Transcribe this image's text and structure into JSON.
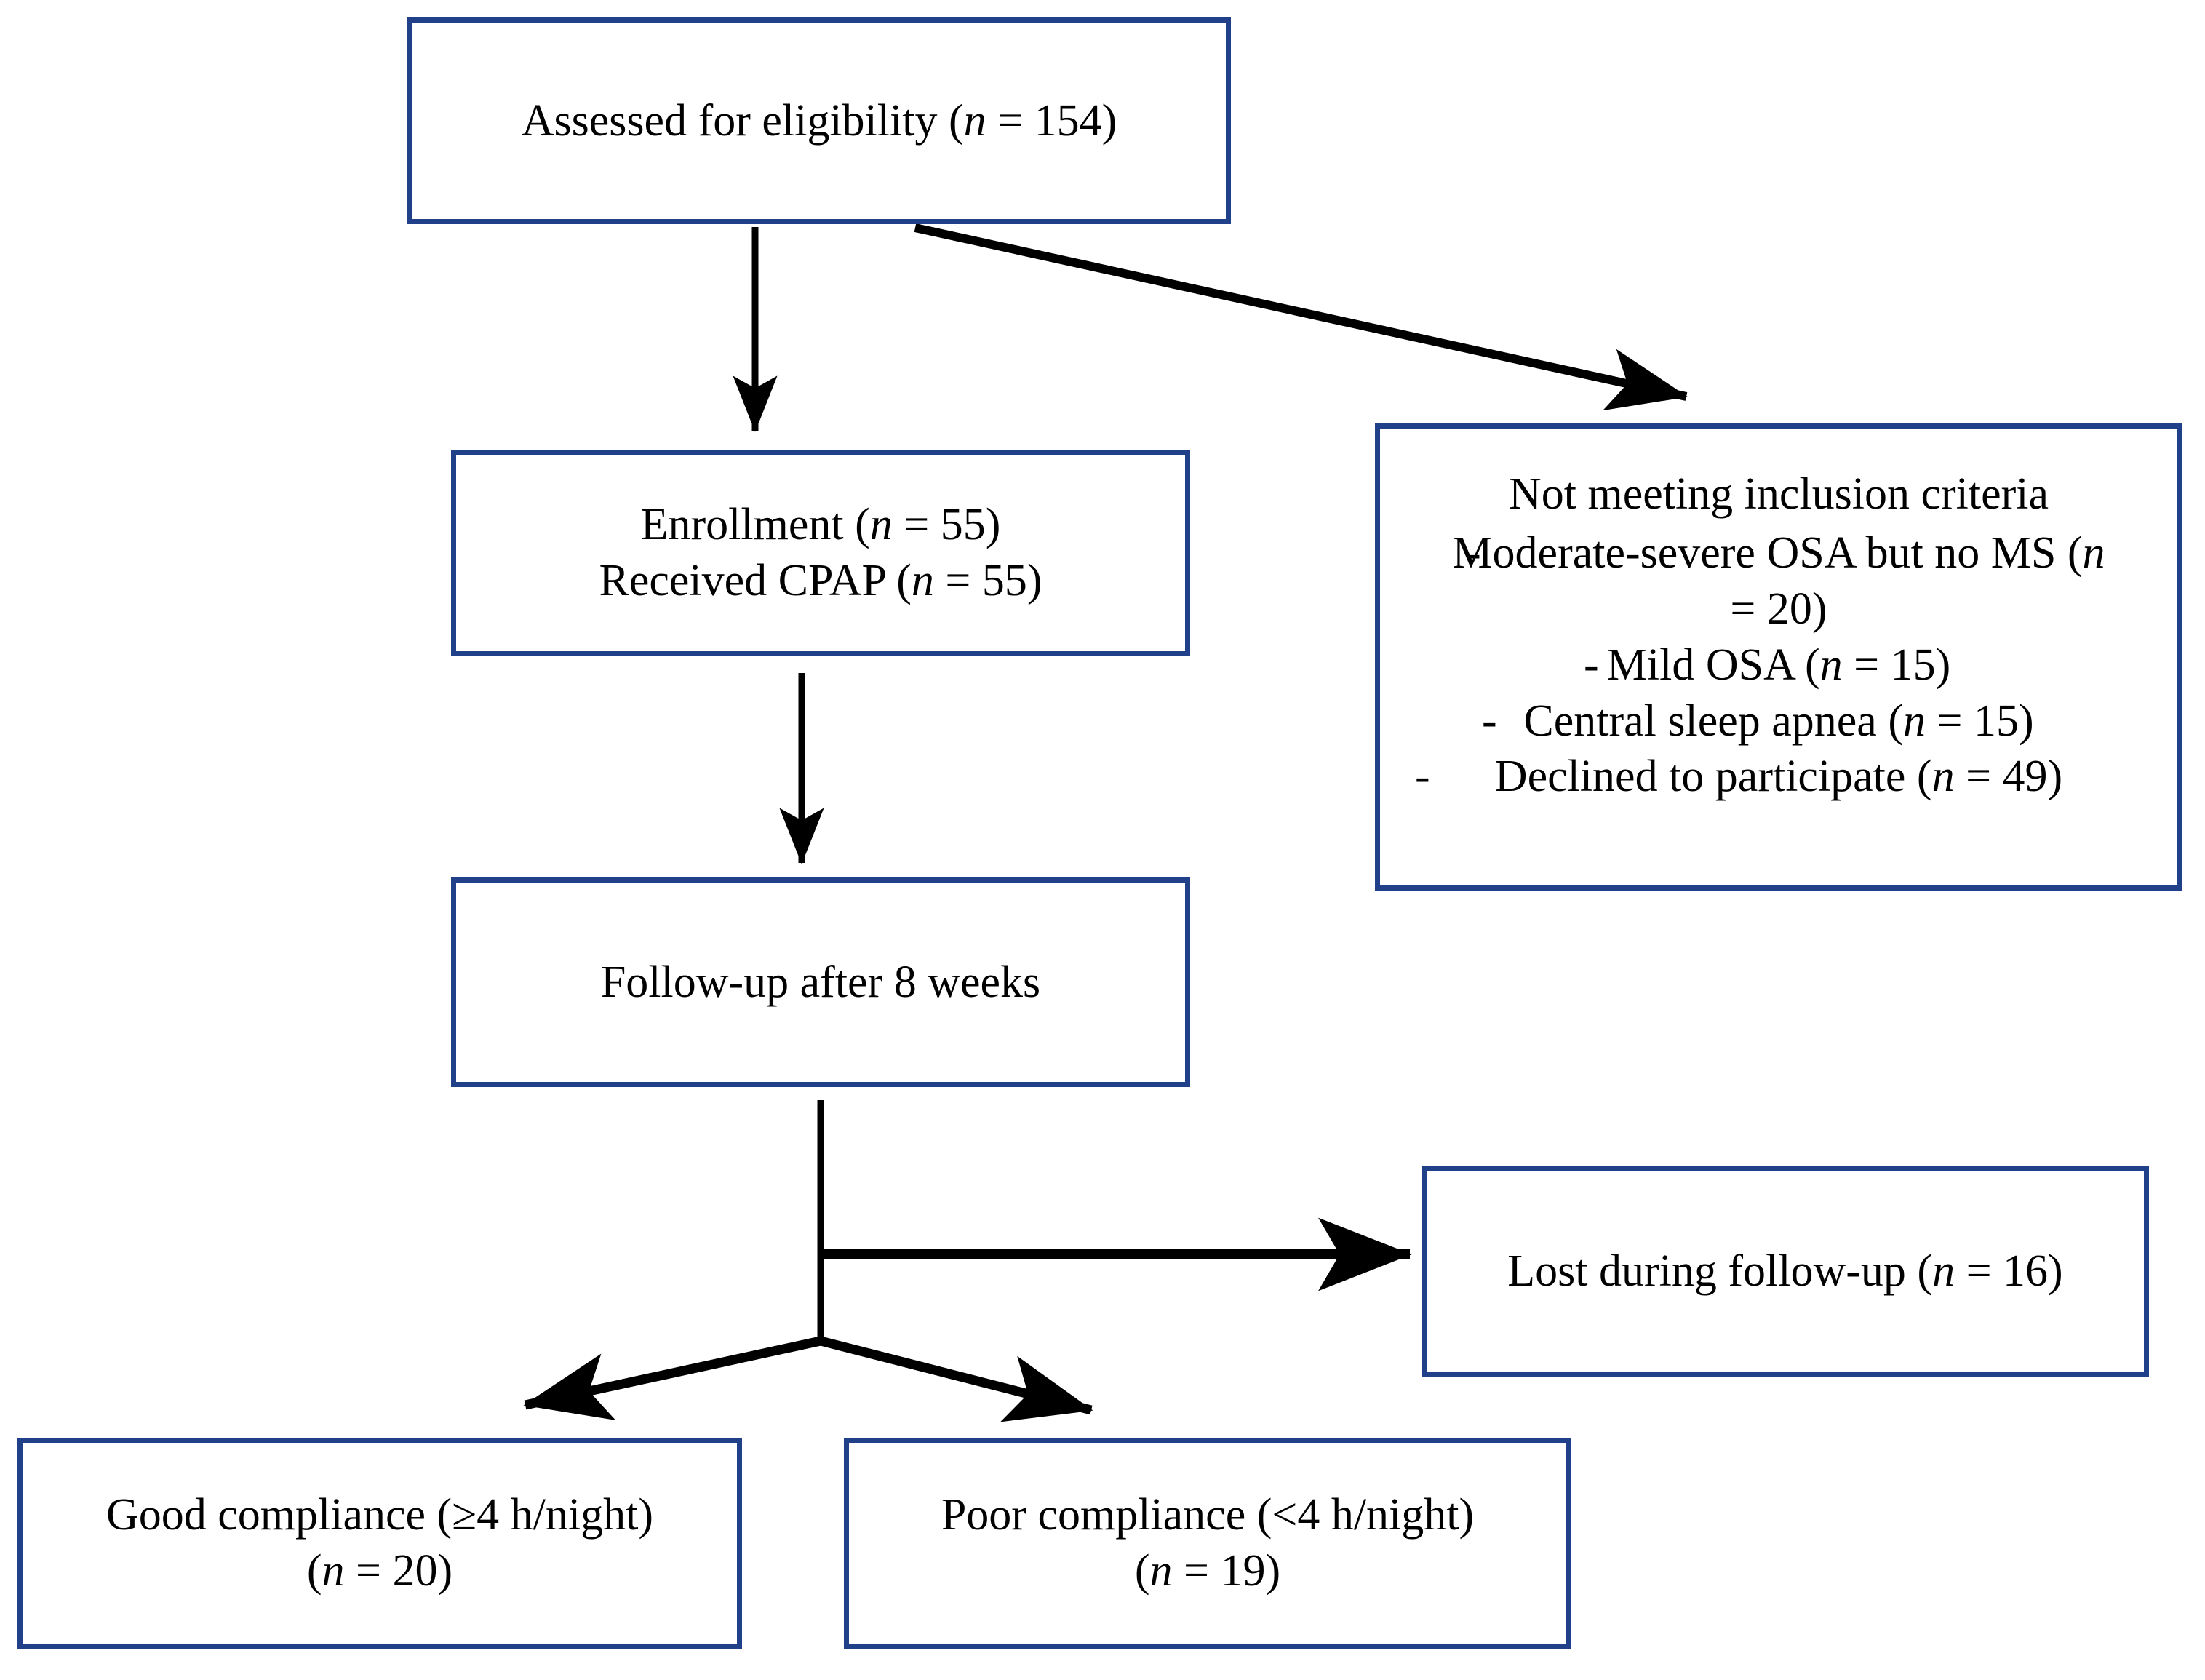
{
  "diagram": {
    "title": "CONSORT participant flow diagram",
    "border_color": "#20408a",
    "line_color": "#000000",
    "background": "#ffffff"
  },
  "nodes": {
    "assessed": {
      "name": "assessed-for-eligibility-box",
      "lines": [
        "Assessed for eligibility (n = 154)"
      ],
      "count": 154
    },
    "enrollment": {
      "name": "enrollment-box",
      "lines": [
        "Enrollment (n = 55)",
        "Received CPAP (n = 55)"
      ],
      "enrolled": 55,
      "received_cpap": 55
    },
    "excluded": {
      "name": "not-meeting-inclusion-criteria-box",
      "heading": "Not meeting inclusion criteria",
      "bullet_marker": "-",
      "bullets": [
        {
          "text": "Moderate-severe OSA but no MS (n = 20)",
          "count": 20
        },
        {
          "text": "Mild OSA (n = 15)",
          "count": 15
        },
        {
          "text": "Central sleep apnea (n = 15)",
          "count": 15
        },
        {
          "text": "Declined to participate (n = 49)",
          "count": 49
        }
      ]
    },
    "followup": {
      "name": "follow-up-box",
      "lines": [
        "Follow-up after 8 weeks"
      ],
      "weeks": 8
    },
    "lost": {
      "name": "lost-during-follow-up-box",
      "lines": [
        "Lost during follow-up (n = 16)"
      ],
      "count": 16
    },
    "good": {
      "name": "good-compliance-box",
      "lines": [
        "Good compliance (≥4 h/night)",
        "(n = 20)"
      ],
      "count": 20,
      "threshold": "≥4 h/night"
    },
    "poor": {
      "name": "poor-compliance-box",
      "lines": [
        "Poor compliance (<4 h/night)",
        "(n = 19)"
      ],
      "count": 19,
      "threshold": "<4 h/night"
    }
  },
  "edges": [
    {
      "name": "edge-assessed-to-enrollment",
      "from": "assessed",
      "to": "enrollment",
      "style": "straight-down-arrow"
    },
    {
      "name": "edge-assessed-to-excluded",
      "from": "assessed",
      "to": "excluded",
      "style": "diagonal-arrow"
    },
    {
      "name": "edge-enrollment-to-followup",
      "from": "enrollment",
      "to": "followup",
      "style": "straight-down-arrow"
    },
    {
      "name": "edge-followup-to-lost",
      "from": "followup",
      "to": "lost",
      "style": "horizontal-right-arrow"
    },
    {
      "name": "edge-followup-to-good",
      "from": "followup",
      "to": "good",
      "style": "diagonal-left-arrow"
    },
    {
      "name": "edge-followup-to-poor",
      "from": "followup",
      "to": "poor",
      "style": "diagonal-right-arrow"
    }
  ]
}
